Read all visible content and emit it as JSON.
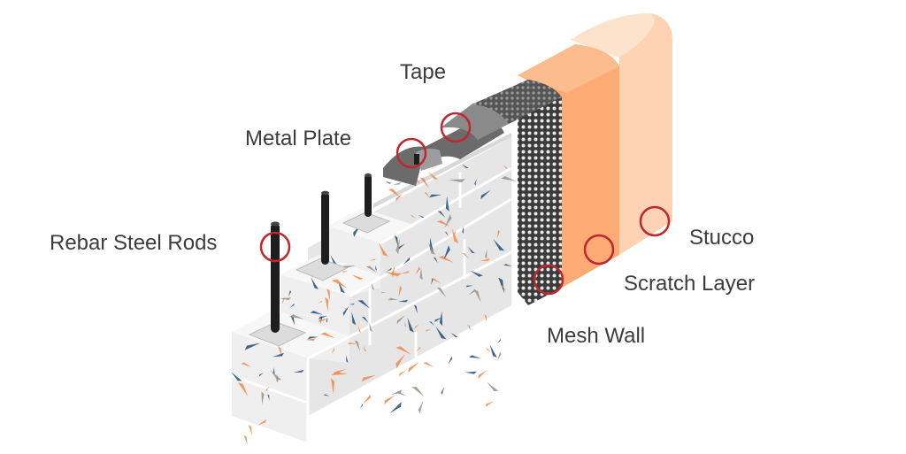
{
  "labels": {
    "tape": "Tape",
    "metal_plate": "Metal Plate",
    "rebar": "Rebar Steel Rods",
    "stucco": "Stucco",
    "scratch_layer": "Scratch Layer",
    "mesh_wall": "Mesh Wall"
  },
  "colors": {
    "marker": "#c0272d",
    "stucco": "#fdd3b3",
    "scratch_layer": "#fdaa74",
    "mesh": "#4a4a4a",
    "block_face": "#ebebeb",
    "fleck_blue": "#1f4e79",
    "fleck_orange": "#f08a4b",
    "fleck_gray": "#9a8f88"
  }
}
